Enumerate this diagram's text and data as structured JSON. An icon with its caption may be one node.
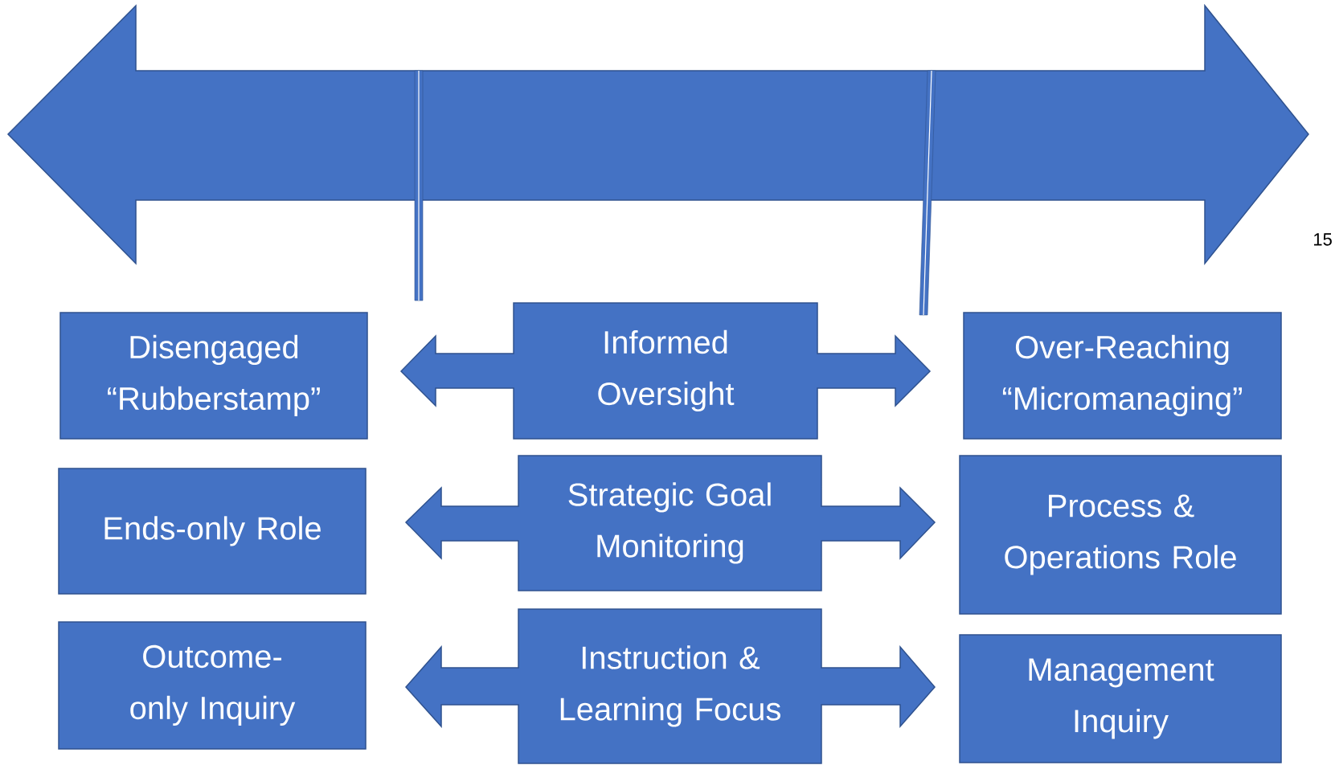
{
  "diagram": {
    "nodes": [
      {
        "text": [
          "Disengaged “Rubberstamp”"
        ]
      },
      {
        "text": [
          "Informed Oversight"
        ]
      },
      {
        "text": [
          "Over-Reaching “Micromanaging”"
        ]
      },
      {
        "text": [
          "Ends-only Role"
        ]
      },
      {
        "text": [
          "Strategic Goal Monitoring"
        ]
      },
      {
        "text": [
          "Process & Operations Role"
        ]
      },
      {
        "text": [
          "Outcome-only Inquiry"
        ]
      },
      {
        "text": [
          "Instruction & Learning Focus"
        ]
      },
      {
        "text": [
          "Management Inquiry"
        ]
      }
    ],
    "labels": [
      "15"
    ]
  }
}
